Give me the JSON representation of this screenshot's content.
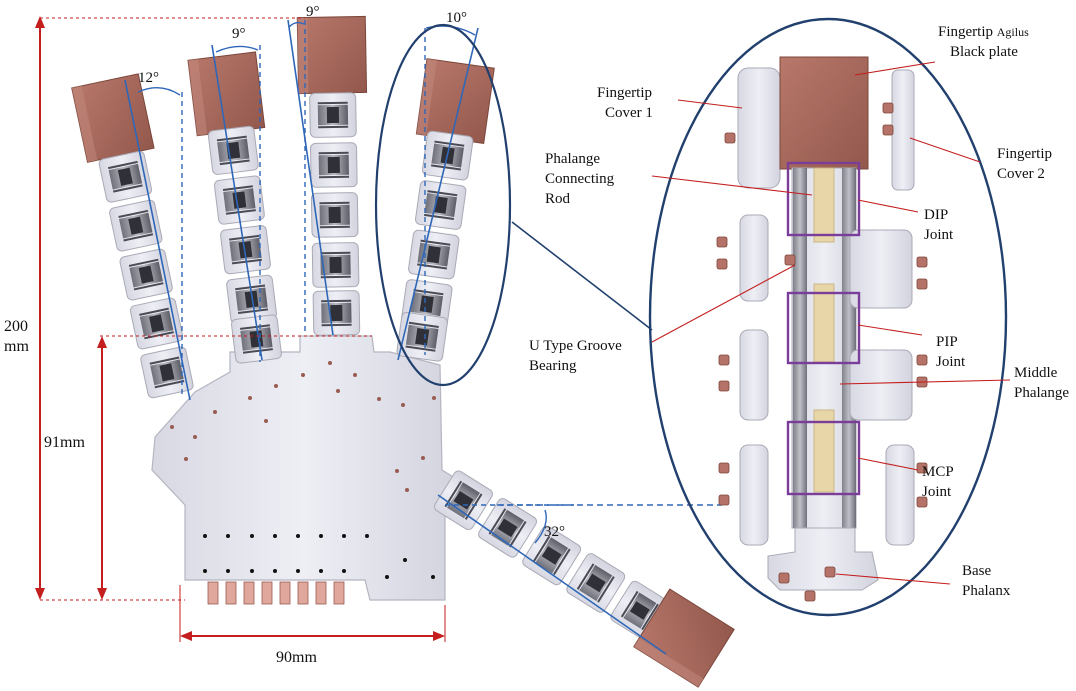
{
  "colors": {
    "dimension_line": "#c41e1e",
    "axis_line": "#2f67b8",
    "callout_line": "#c41e1e",
    "ellipse": "#22406e",
    "fingertip": "#a86a5e",
    "body": "#e5e6ee",
    "joint_box": "#7a3e9a",
    "rod": "#e8d6a8"
  },
  "dimensions": {
    "total_height": [
      "200",
      "mm"
    ],
    "palm_height": "91mm",
    "palm_width": "90mm"
  },
  "angles": {
    "index": "12°",
    "middle": "9°",
    "ring": "9°",
    "little": "10°",
    "thumb": "32°"
  },
  "callouts": {
    "fingertip_plate": [
      "Fingertip ",
      "Agilus",
      "Black plate"
    ],
    "fingertip_cover_1": [
      "Fingertip",
      "Cover 1"
    ],
    "fingertip_cover_2": [
      "Fingertip",
      "Cover 2"
    ],
    "phalange_rod": [
      "Phalange",
      "Connecting",
      "Rod"
    ],
    "dip_joint": [
      "DIP",
      "Joint"
    ],
    "pip_joint": [
      "PIP",
      "Joint"
    ],
    "mcp_joint": [
      "MCP",
      "Joint"
    ],
    "bearing": [
      "U Type Groove",
      "Bearing"
    ],
    "middle_phalange": [
      "Middle",
      "Phalange"
    ],
    "base_phalanx": [
      "Base",
      "Phalanx"
    ]
  }
}
